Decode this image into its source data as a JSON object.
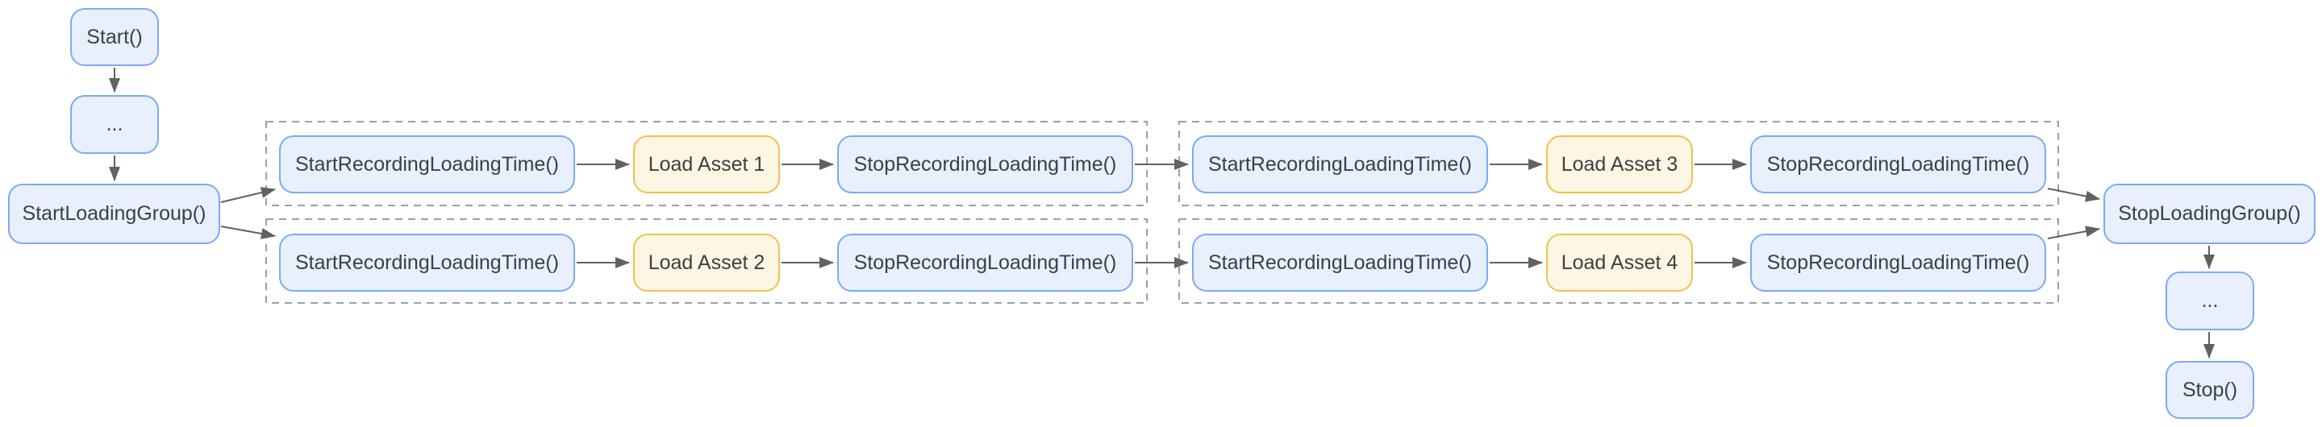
{
  "diagram": {
    "description": "Flowchart of loading-time tracing: a loading group wrapping parallel asset loads, each recorded individually",
    "colors": {
      "background": "#ffffff",
      "node_fill": "#e8f0fe",
      "node_border": "#7baaf7",
      "asset_fill": "#fdf6e2",
      "asset_border": "#f2c14b",
      "group_border": "#9aa0a6",
      "arrow": "#616161",
      "text": "#3c4043"
    },
    "nodes": {
      "start": "Start()",
      "pre_ellipsis": "...",
      "start_loading_group": "StartLoadingGroup()",
      "start_recording": "StartRecordingLoadingTime()",
      "stop_recording": "StopRecordingLoadingTime()",
      "load_asset_1": "Load Asset 1",
      "load_asset_2": "Load Asset 2",
      "load_asset_3": "Load Asset 3",
      "load_asset_4": "Load Asset 4",
      "stop_loading_group": "StopLoadingGroup()",
      "post_ellipsis": "...",
      "stop": "Stop()"
    }
  }
}
